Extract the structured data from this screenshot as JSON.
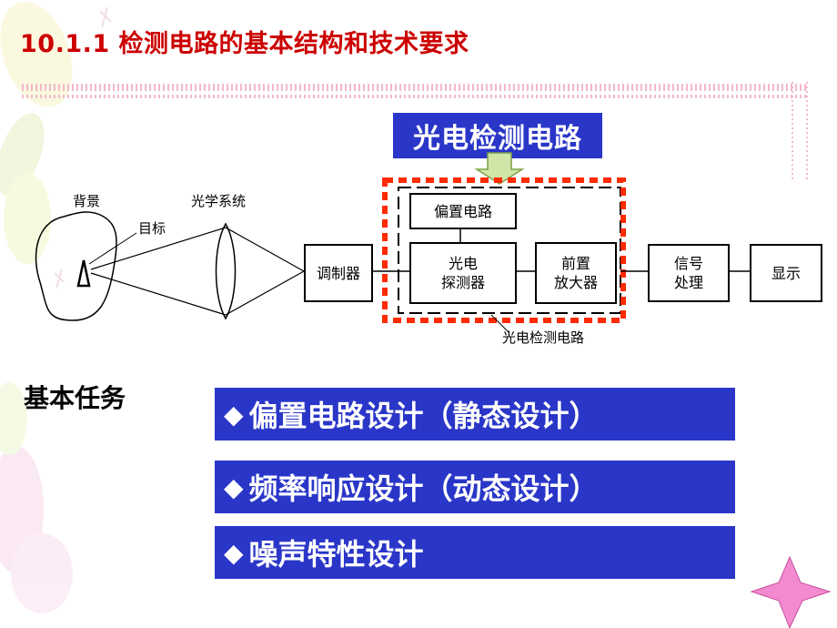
{
  "title": "10.1.1 检测电路的基本结构和技术要求",
  "callout": "光电检测电路",
  "diagram": {
    "labels": {
      "background": "背景",
      "target": "目标",
      "optics": "光学系统",
      "circuit_caption": "光电检测电路"
    },
    "boxes": {
      "modulator": "调制器",
      "bias": "偏置电路",
      "detector_line1": "光电",
      "detector_line2": "探测器",
      "preamp_line1": "前置",
      "preamp_line2": "放大器",
      "signal_line1": "信号",
      "signal_line2": "处理",
      "display": "显示"
    },
    "colors": {
      "dashed_border": "#ff2a00",
      "callout_bg": "#2a36c8",
      "title_color": "#cc0000"
    }
  },
  "section_label": "基本任务",
  "tasks": [
    {
      "bullet": "◆",
      "text": "偏置电路设计（静态设计）"
    },
    {
      "bullet": "◆",
      "text": "频率响应设计（动态设计）"
    },
    {
      "bullet": "◆",
      "text": "噪声特性设计"
    }
  ]
}
